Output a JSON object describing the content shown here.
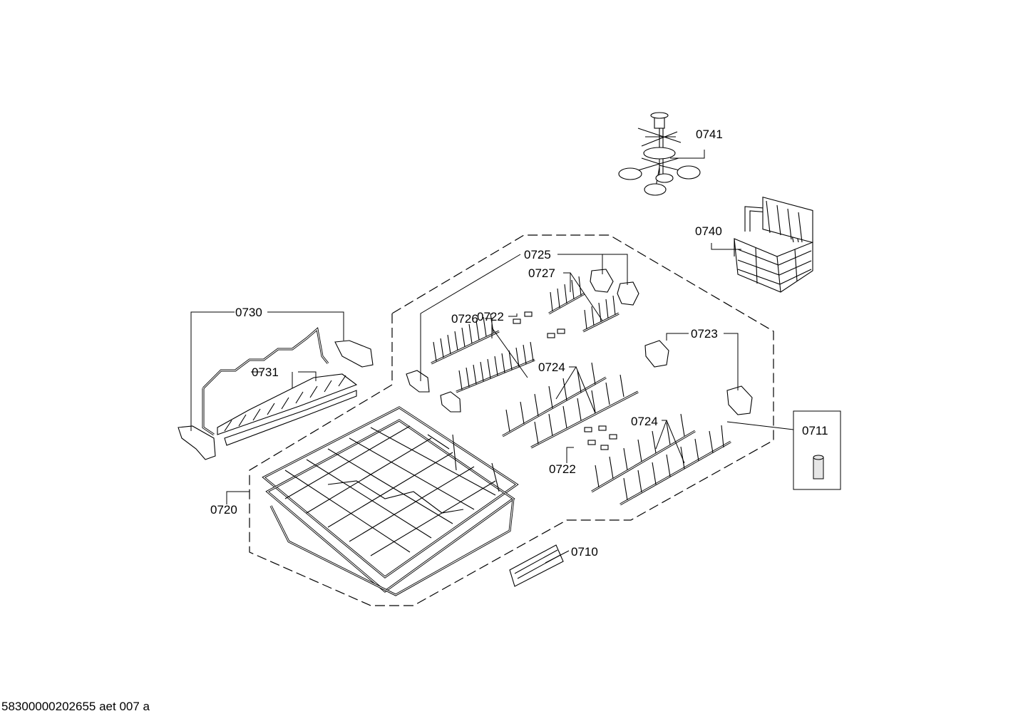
{
  "labels": {
    "l0741": "0741",
    "l0740": "0740",
    "l0725": "0725",
    "l0727": "0727",
    "l0722a": "0722",
    "l0726": "0726",
    "l0730": "0730",
    "l0731": "0731",
    "l0723": "0723",
    "l0724a": "0724",
    "l0724b": "0724",
    "l0711": "0711",
    "l0722b": "0722",
    "l0720": "0720",
    "l0710": "0710"
  },
  "footer": "58300000202655 aet 007 a"
}
